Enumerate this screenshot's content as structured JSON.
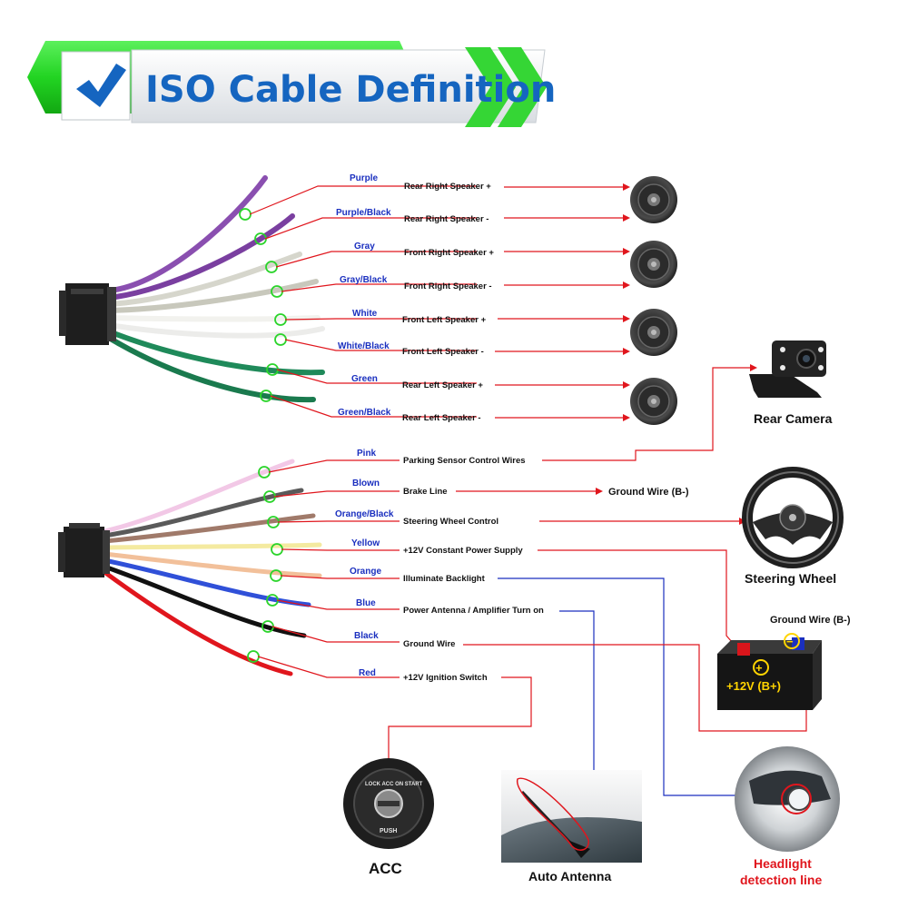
{
  "title": "ISO Cable Definition",
  "colors": {
    "title_text": "#1565c0",
    "banner_green": "#2ee02e",
    "check": "#1565c0",
    "lead_red": "#e0161d",
    "lead_blue": "#1a2fbf",
    "label_blue": "#1a2fbf",
    "ring_green": "#2bd42b"
  },
  "speaker_wires": [
    {
      "color_label": "Purple",
      "function": "Rear Right Speaker +",
      "wire_color": "#8a4fb0"
    },
    {
      "color_label": "Purple/Black",
      "function": "Rear Right Speaker -",
      "wire_color": "#7a3fa0"
    },
    {
      "color_label": "Gray",
      "function": "Front Right Speaker +",
      "wire_color": "#d6d6cc"
    },
    {
      "color_label": "Gray/Black",
      "function": "Front Right Speaker -",
      "wire_color": "#c8c8bc"
    },
    {
      "color_label": "White",
      "function": "Front Left Speaker +",
      "wire_color": "#f2f2ee"
    },
    {
      "color_label": "White/Black",
      "function": "Front Left Speaker -",
      "wire_color": "#ececea"
    },
    {
      "color_label": "Green",
      "function": "Rear Left Speaker +",
      "wire_color": "#1f8a5a"
    },
    {
      "color_label": "Green/Black",
      "function": "Rear Left Speaker -",
      "wire_color": "#1a7a4e"
    }
  ],
  "power_wires": [
    {
      "color_label": "Pink",
      "function": "Parking Sensor Control Wires",
      "wire_color": "#f2c8e6"
    },
    {
      "color_label": "Blown",
      "function": "Brake Line",
      "wire_color": "#5a5a5a"
    },
    {
      "color_label": "Orange/Black",
      "function": "Steering Wheel Control",
      "wire_color": "#a07a6a"
    },
    {
      "color_label": "Yellow",
      "function": "+12V Constant Power Supply",
      "wire_color": "#f4eaa0"
    },
    {
      "color_label": "Orange",
      "function": "Illuminate Backlight",
      "wire_color": "#f2c09a"
    },
    {
      "color_label": "Blue",
      "function": "Power Antenna / Amplifier Turn on",
      "wire_color": "#3050d8"
    },
    {
      "color_label": "Black",
      "function": "Ground Wire",
      "wire_color": "#111111"
    },
    {
      "color_label": "Red",
      "function": "+12V  Ignition Switch",
      "wire_color": "#e0161d"
    }
  ],
  "brake_ground_label": "Ground Wire (B-)",
  "battery": {
    "ground_label": "Ground Wire (B-)",
    "plus_sign": "+",
    "minus_sign": "−",
    "voltage_label": "+12V  (B+)"
  },
  "devices": {
    "rear_camera": "Rear Camera",
    "steering_wheel": "Steering Wheel",
    "acc": "ACC",
    "auto_antenna": "Auto Antenna",
    "headlight_line1": "Headlight",
    "headlight_line2": "detection line",
    "ignition_ring": "LOCK  ACC  ON  START",
    "ignition_push": "PUSH"
  }
}
